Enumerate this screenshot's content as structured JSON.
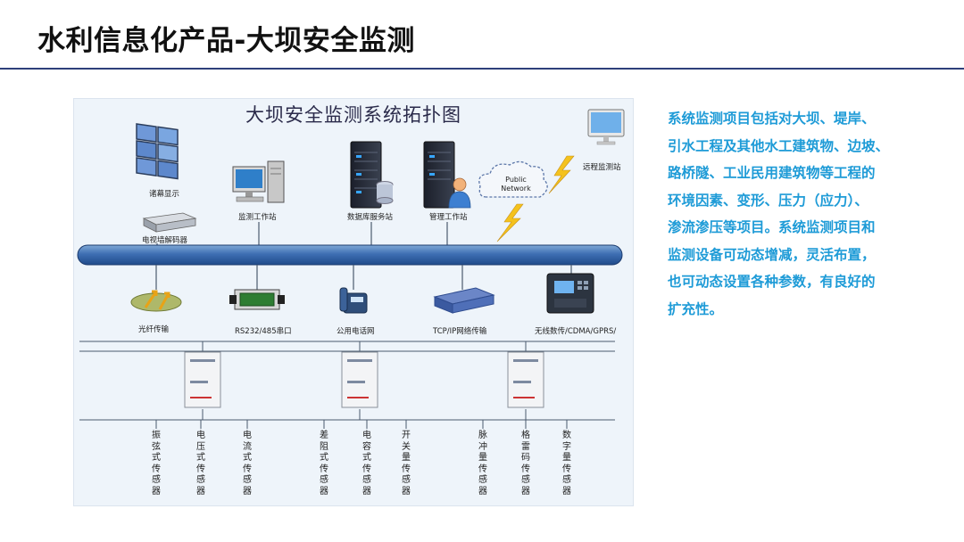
{
  "slide": {
    "title": "水利信息化产品-大坝安全监测",
    "accent_color": "#1e9bd7",
    "rule_color": "#2e3f7a"
  },
  "diagram": {
    "title": "大坝安全监测系统拓扑图",
    "top_nodes": {
      "display_wall": "诸幕显示",
      "decoder": "电视墙解码器",
      "workstation": "监测工作站",
      "db_server": "数据库服务站",
      "mgmt_station": "管理工作站",
      "cloud": "Public Network",
      "remote_station": "远程监测站"
    },
    "transmission_nodes": {
      "fiber": "光纤传输",
      "serial": "RS232/485串口",
      "phone": "公用电话网",
      "tcpip": "TCP/IP网络传输",
      "wireless": "无线数传/CDMA/GPRS/"
    },
    "sensors": [
      "振弦式传感器",
      "电压式传感器",
      "电流式传感器",
      "差阻式传感器",
      "电容式传感器",
      "开关量传感器",
      "脉冲量传感器",
      "格雷码传感器",
      "数字量传感器"
    ]
  },
  "description": {
    "lines": [
      "系统监测项目包括对大坝、堤岸、",
      "引水工程及其他水工建筑物、边坡、",
      "路桥隧、工业民用建筑物等工程的",
      "环境因素、变形、压力（应力）、",
      "渗流渗压等项目。系统监测项目和",
      "监测设备可动态增减，灵活布置，",
      "也可动态设置各种参数，有良好的",
      "扩充性。"
    ]
  }
}
